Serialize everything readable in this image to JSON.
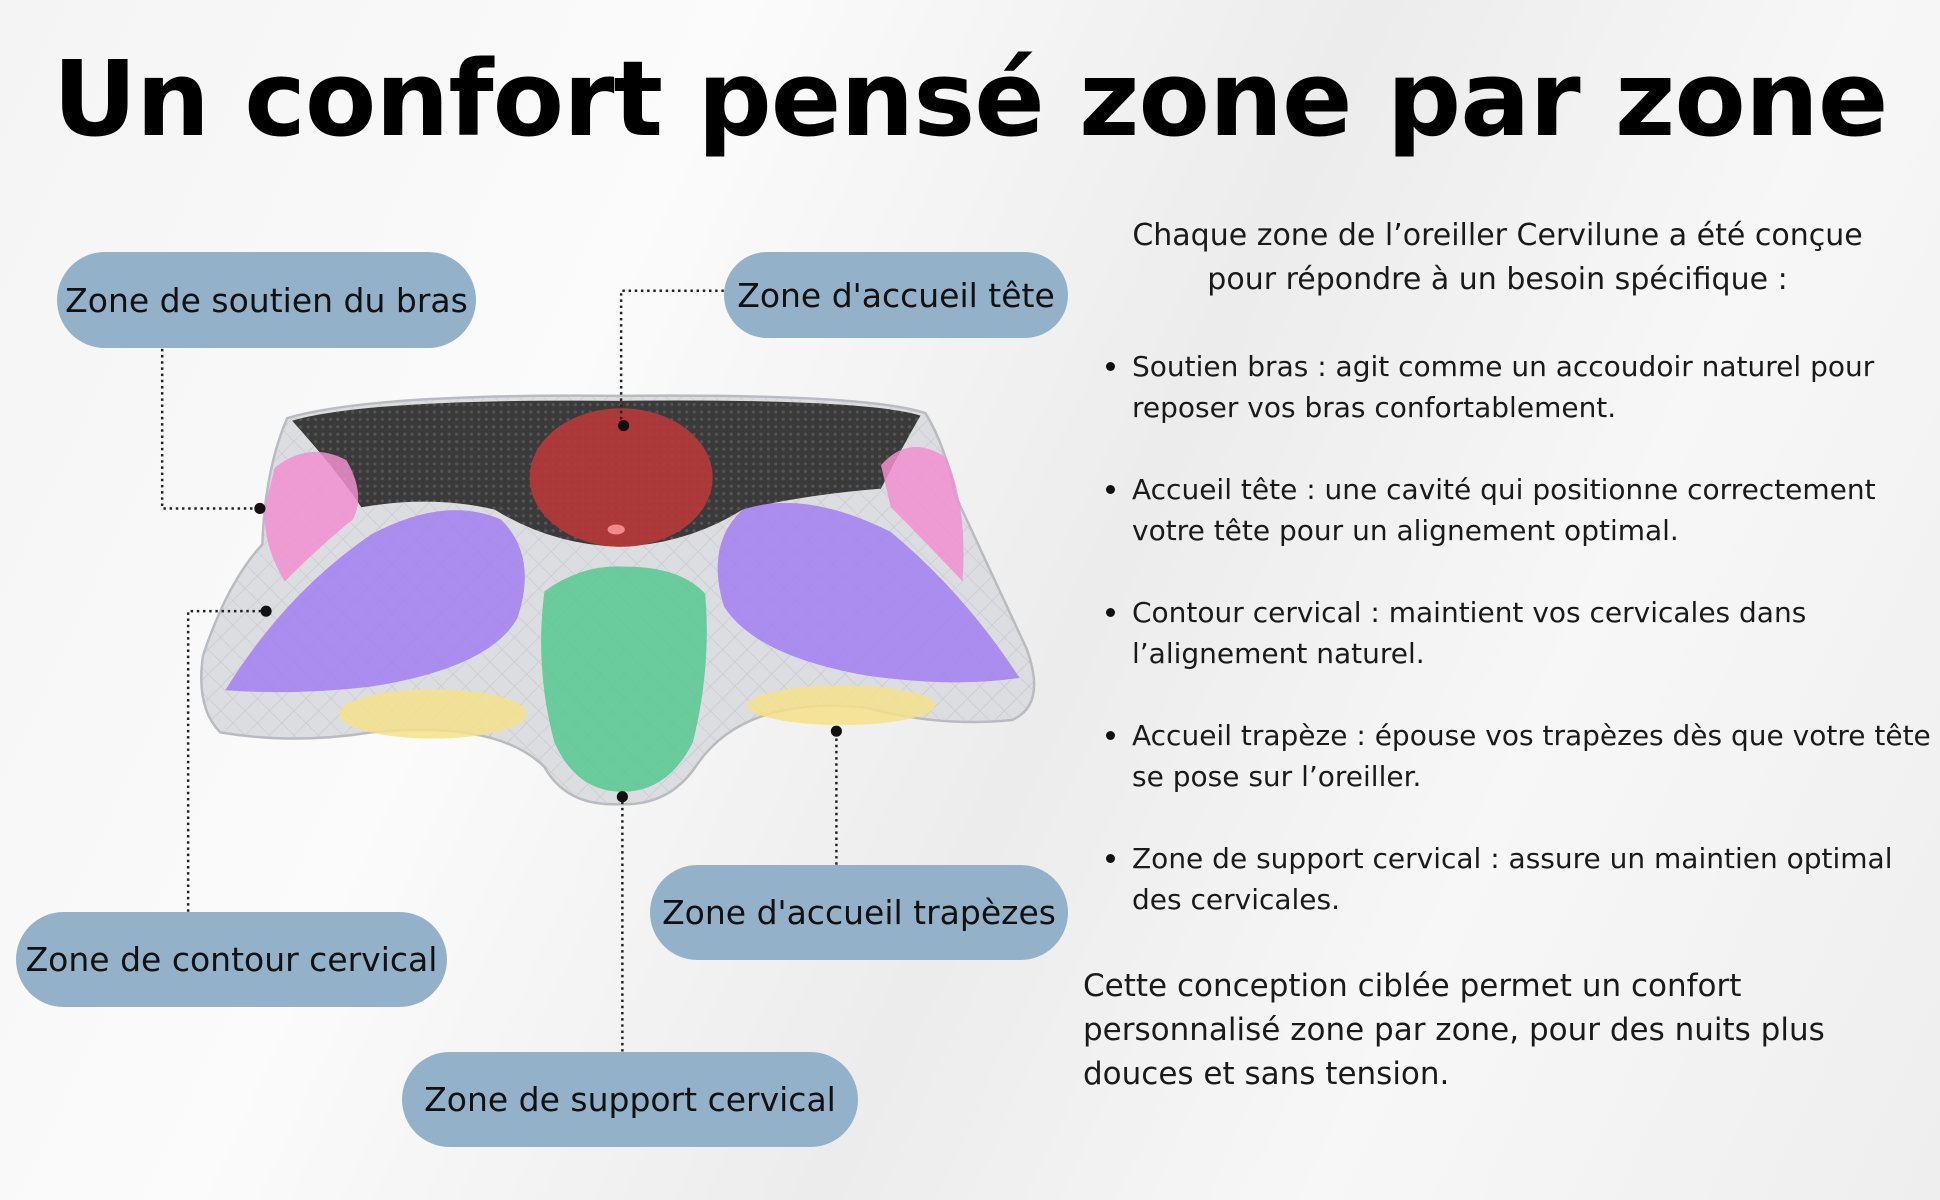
{
  "title": "Un confort pensé zone par zone",
  "labels": {
    "arm": "Zone de soutien du bras",
    "head": "Zone d'accueil tête",
    "contour": "Zone de contour cervical",
    "support": "Zone de support cervical",
    "trapezius": "Zone d'accueil trapèzes"
  },
  "intro": "Chaque zone de l’oreiller Cervilune a été conçue pour répondre à un besoin spécifique :",
  "bullets": [
    "Soutien bras : agit comme un accoudoir naturel pour reposer vos bras confortablement.",
    "Accueil tête : une cavité qui positionne correctement votre tête pour un alignement optimal.",
    "Contour cervical : maintient vos cervicales dans l’alignement naturel.",
    "Accueil trapèze : épouse vos trapèzes dès que votre tête se pose sur l’oreiller.",
    "Zone de support cervical  : assure un maintien optimal des cervicales."
  ],
  "closing": "Cette conception ciblée permet un confort personnalisé zone par zone, pour des nuits plus douces et sans tension.",
  "colors": {
    "pill": "#93b2ca",
    "head_zone": "#b5393a",
    "support_zone": "#5fc996",
    "contour_zone": "#a585ef",
    "arm_zone": "#f08fcf",
    "trapezius_zone": "#f5e08a"
  }
}
